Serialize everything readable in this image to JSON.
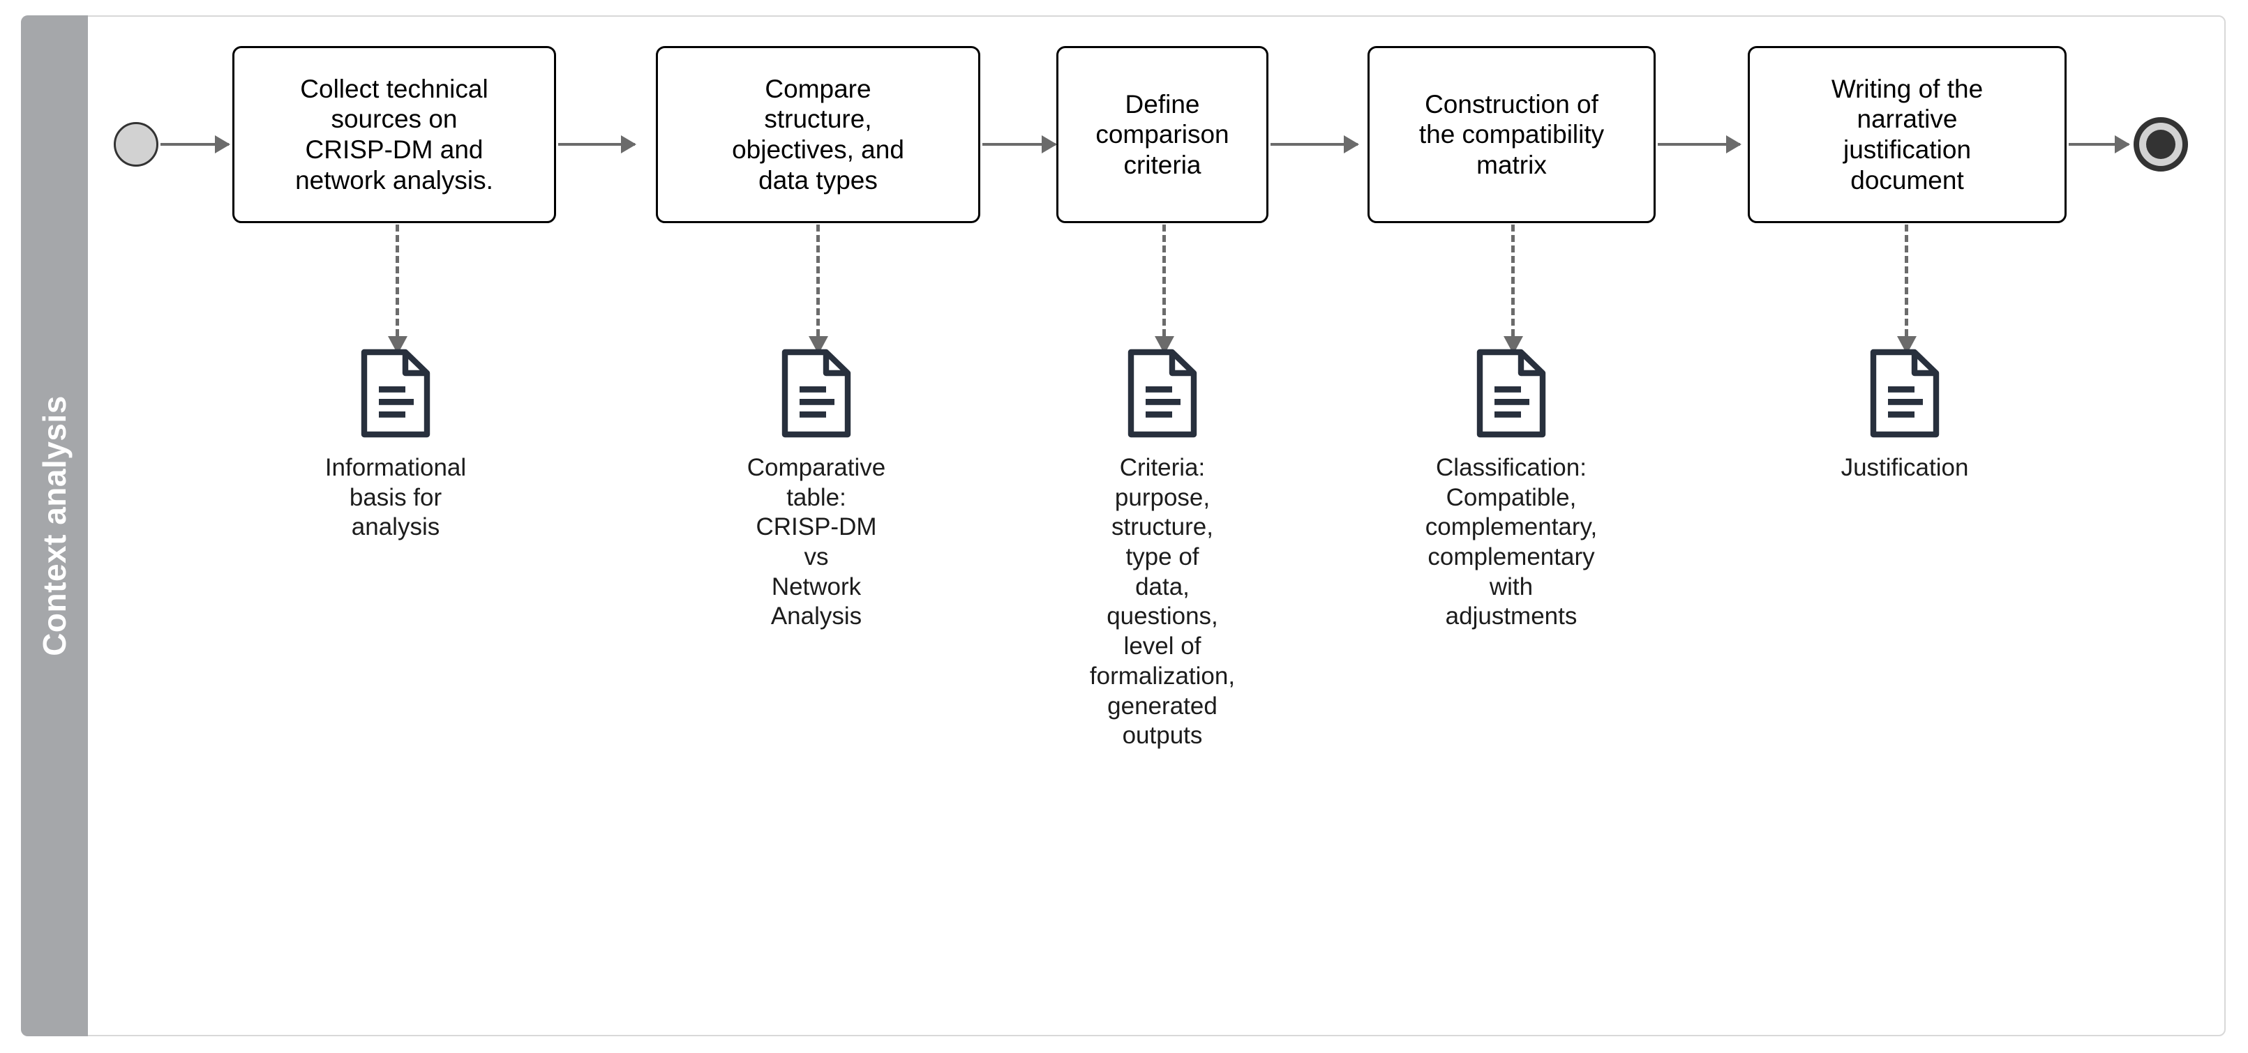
{
  "lane": {
    "label": "Context analysis"
  },
  "events": {
    "start": {
      "name": "start-event"
    },
    "end": {
      "name": "end-event"
    }
  },
  "tasks": [
    {
      "id": "t1",
      "label": "Collect technical\nsources on\nCRISP-DM and\nnetwork analysis."
    },
    {
      "id": "t2",
      "label": "Compare\nstructure,\nobjectives, and\ndata types"
    },
    {
      "id": "t3",
      "label": "Define\ncomparison\ncriteria"
    },
    {
      "id": "t4",
      "label": "Construction of\nthe compatibility\nmatrix"
    },
    {
      "id": "t5",
      "label": "Writing of the\nnarrative\njustification\ndocument"
    }
  ],
  "data_objects": [
    {
      "id": "d1",
      "caption": "Informational\nbasis for\nanalysis"
    },
    {
      "id": "d2",
      "caption": "Comparative\ntable:\nCRISP-DM\nvs\nNetwork\nAnalysis"
    },
    {
      "id": "d3",
      "caption": "Criteria:\npurpose,\nstructure,\ntype of\ndata,\nquestions,\nlevel of\nformalization,\ngenerated\noutputs"
    },
    {
      "id": "d4",
      "caption": "Classification:\nCompatible,\ncomplementary,\ncomplementary\nwith\nadjustments"
    },
    {
      "id": "d5",
      "caption": "Justification"
    }
  ],
  "colors": {
    "lane_header": "#a5a7aa",
    "lane_label_text": "#ffffff",
    "pool_border": "#d8d8d8",
    "task_border": "#000000",
    "task_text": "#000000",
    "flow_arrow": "#6b6b6b",
    "association": "#6b6b6b",
    "event_stroke": "#333333",
    "event_fill": "#d2d2d2",
    "doc_icon": "#28303d",
    "caption_text": "#1c1c1c"
  }
}
